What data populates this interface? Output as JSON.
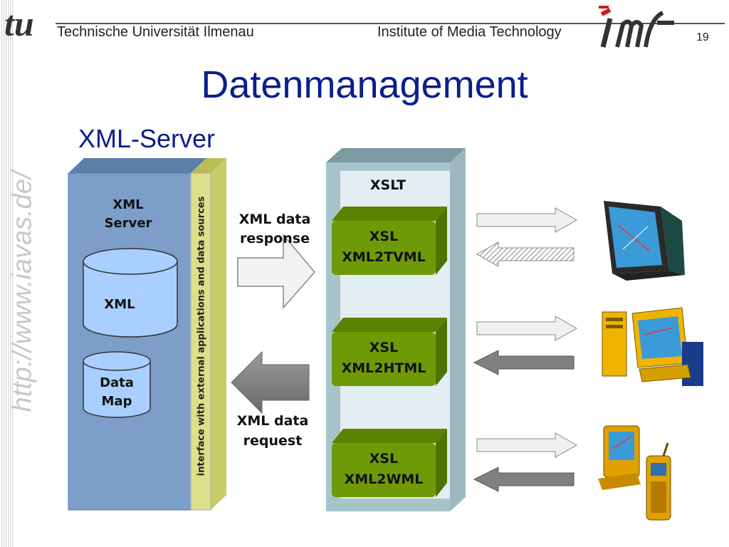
{
  "header": {
    "university": "Technische Universität Ilmenau",
    "institute": "Institute of Media Technology",
    "page_number": "19",
    "tu_logo": "tu",
    "imt_logo": "imt"
  },
  "watermark": "http://www.iavas.de/",
  "title": "Datenmanagement",
  "subtitle": "XML-Server",
  "server": {
    "label_line1": "XML",
    "label_line2": "Server",
    "xml_db": "XML",
    "datamap_line1": "Data",
    "datamap_line2": "Map"
  },
  "interface_bar": "interface with external applications and data sources",
  "response": {
    "line1": "XML data",
    "line2": "response"
  },
  "request": {
    "line1": "XML data",
    "line2": "request"
  },
  "xslt": {
    "title": "XSLT",
    "boxes": [
      {
        "line1": "XSL",
        "line2": "XML2TVML"
      },
      {
        "line1": "XSL",
        "line2": "XML2HTML"
      },
      {
        "line1": "XSL",
        "line2": "XML2WML"
      }
    ]
  },
  "devices": [
    "tv-icon",
    "computer-icon",
    "pda-phone-icon"
  ],
  "colors": {
    "title": "#0a1e8c",
    "server_panel": "#7c9ec9",
    "interface_bar": "#dde08a",
    "xslt_panel": "#e2eef2",
    "xsl_box": "#6f9a08"
  }
}
